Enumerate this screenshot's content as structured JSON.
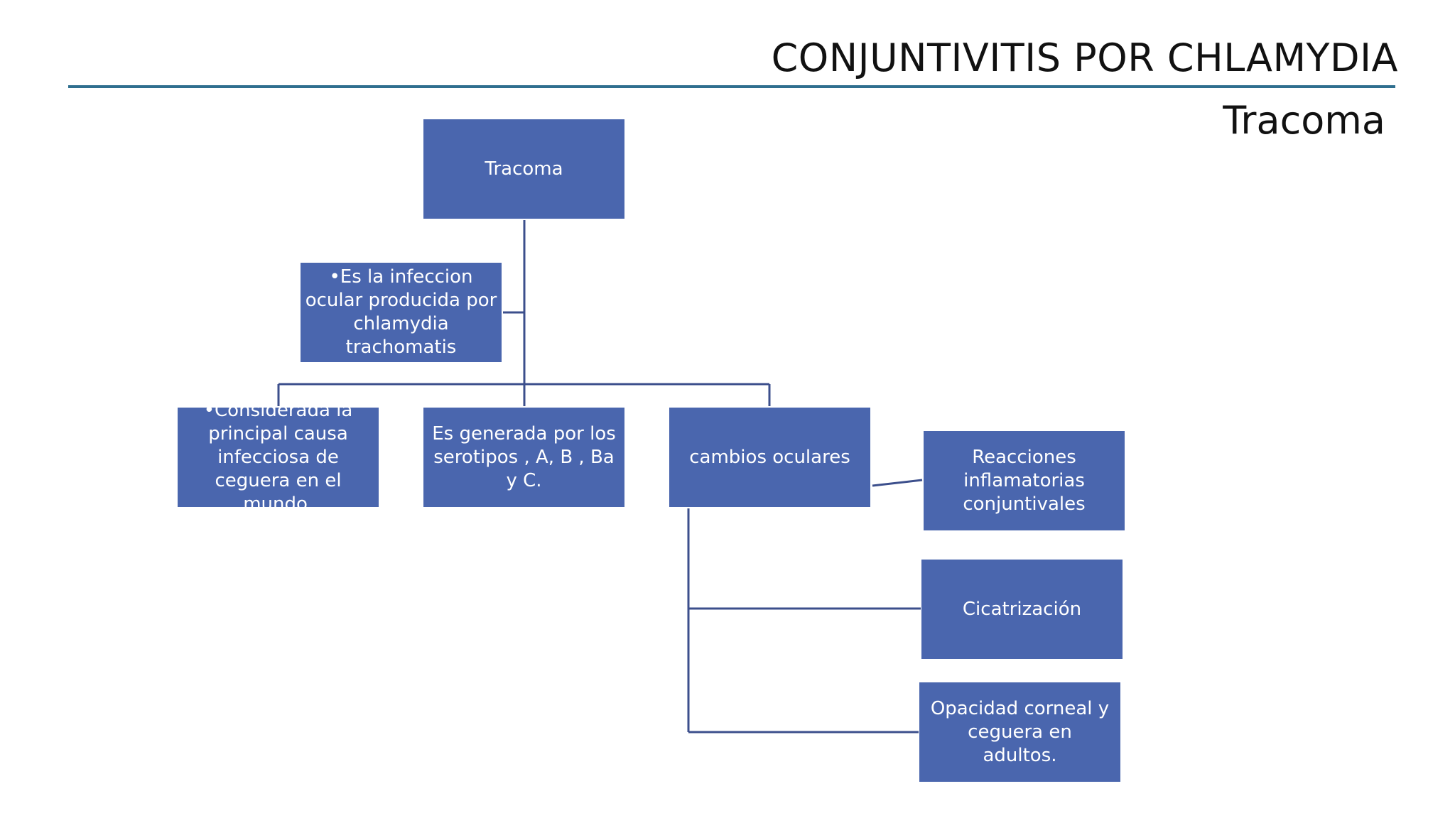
{
  "slide": {
    "title": "CONJUNTIVITIS POR CHLAMYDIA",
    "subtitle": "Tracoma"
  },
  "diagram": {
    "nodes": {
      "root": "Tracoma",
      "definition": "•Es la infeccion ocular producida por chlamydia trachomatis",
      "cause": "•Considerada la principal causa infecciosa de ceguera en el mundo.",
      "serotypes": "Es generada por los serotipos , A, B , Ba y C.",
      "ocular_changes": "cambios oculares",
      "inflammatory": "Reacciones inflamatorias conjuntivales",
      "scarring": "Cicatrización",
      "opacity": "Opacidad corneal y ceguera en adultos."
    },
    "colors": {
      "node_fill": "#4a66ae",
      "connector": "#3c4f8c",
      "title_rule": "#2f6f8f"
    }
  }
}
